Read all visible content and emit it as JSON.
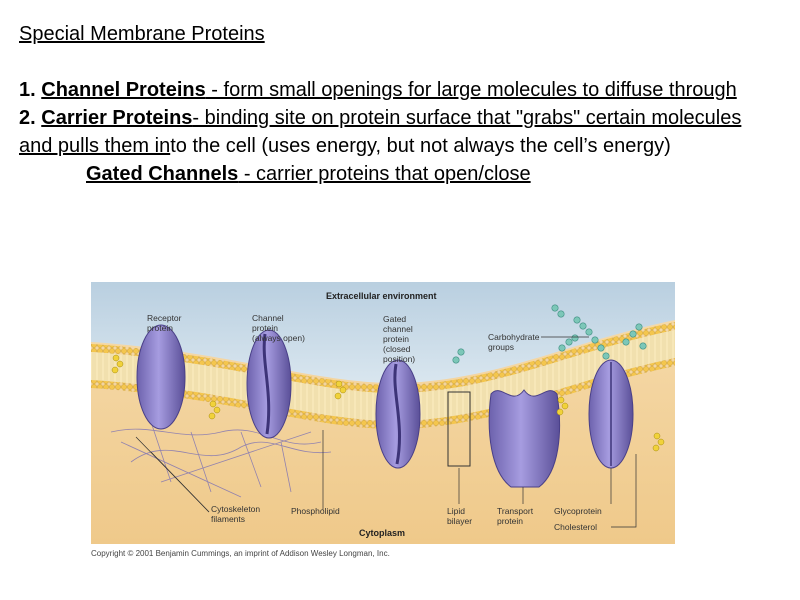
{
  "slide": {
    "title": "Special Membrane Proteins",
    "item1_num": "1. ",
    "item1_term": "Channel Proteins",
    "item1_rest": " - form small openings for large molecules to diffuse through",
    "item2_num": "2. ",
    "item2_term": "Carrier Proteins",
    "item2_mid": "- binding site on protein surface that \"grabs\" certain molecules and pulls them in",
    "item2_rest": "to the cell (uses energy, but not always the cell’s energy)",
    "gated_term": "Gated Channels",
    "gated_rest": " - carrier proteins that open/close"
  },
  "figure": {
    "top_label": "Extracellular environment",
    "bottom_label": "Cytoplasm",
    "labels": {
      "receptor": [
        "Receptor",
        "protein"
      ],
      "channel": [
        "Channel",
        "protein",
        "(always open)"
      ],
      "gated": [
        "Gated",
        "channel",
        "protein",
        "(closed",
        "position)"
      ],
      "carbohydrate": [
        "Carbohydrate",
        "groups"
      ],
      "cytoskeleton": [
        "Cytoskeleton",
        "filaments"
      ],
      "phospholipid": [
        "Phospholipid"
      ],
      "lipid_bilayer": [
        "Lipid",
        "bilayer"
      ],
      "transport": [
        "Transport",
        "protein"
      ],
      "glycoprotein": [
        "Glycoprotein"
      ],
      "cholesterol": [
        "Cholesterol"
      ]
    },
    "copyright": "Copyright © 2001 Benjamin Cummings, an imprint of Addison Wesley Longman, Inc.",
    "colors": {
      "extracellular": "#c9d9e6",
      "cytoplasm": "#f2d29a",
      "membrane_heads": "#f2c24a",
      "protein": "#8a80c4",
      "protein_dark": "#5b4f9c",
      "carbohydrate": "#7cc7b8"
    }
  }
}
